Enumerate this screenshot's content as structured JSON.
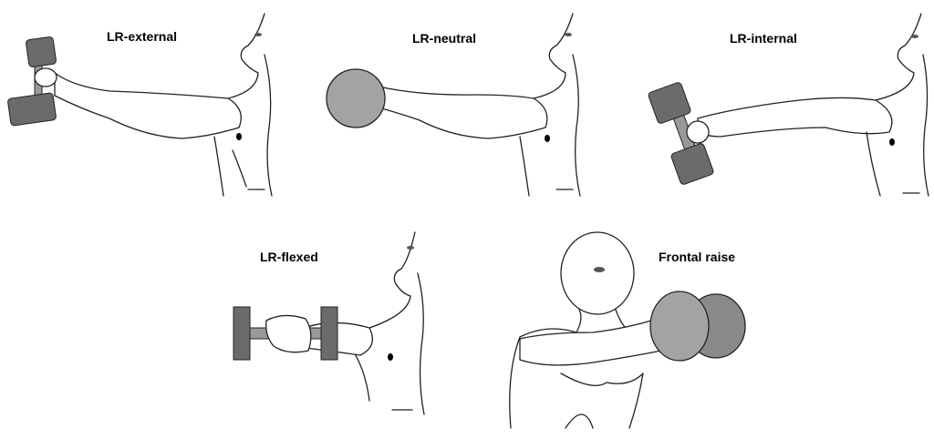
{
  "panels": [
    {
      "label": "LR-external"
    },
    {
      "label": "LR-neutral"
    },
    {
      "label": "LR-internal"
    },
    {
      "label": "LR-flexed"
    },
    {
      "label": "Frontal raise"
    }
  ],
  "colors": {
    "weight_dark": "#6b6b6b",
    "weight_light": "#a3a3a3",
    "outline": "#222222"
  }
}
